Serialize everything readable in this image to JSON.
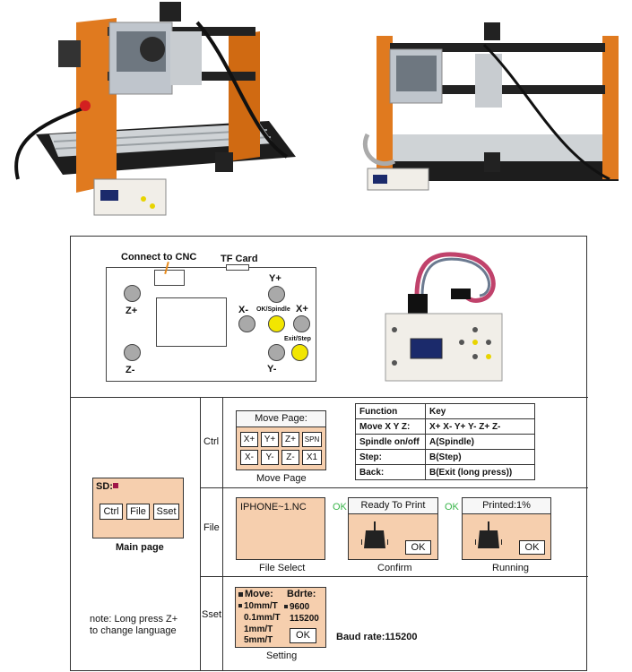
{
  "connector_panel": {
    "connect_label": "Connect to CNC",
    "tf_label": "TF Card",
    "z_plus": "Z+",
    "z_minus": "Z-",
    "y_plus": "Y+",
    "y_minus": "Y-",
    "x_minus": "X-",
    "x_plus": "X+",
    "ok_spindle": "OK/Spindle",
    "exit_step": "Exit/Step"
  },
  "main_page": {
    "sd_label": "SD:",
    "buttons": [
      "Ctrl",
      "File",
      "Sset"
    ],
    "caption": "Main page",
    "note": "note: Long press Z+ to change language"
  },
  "rows": {
    "ctrl": "Ctrl",
    "file": "File",
    "sset": "Sset"
  },
  "ctrl": {
    "header": "Move Page:",
    "keys_row1": [
      "X+",
      "Y+",
      "Z+",
      "SPN"
    ],
    "keys_row2": [
      "X-",
      "Y-",
      "Z-",
      "X1"
    ],
    "caption": "Move Page",
    "table": [
      [
        "Function",
        "Key"
      ],
      [
        "Move X Y Z:",
        "X+  X-  Y+  Y-  Z+  Z-"
      ],
      [
        "Spindle on/off",
        "A(Spindle)"
      ],
      [
        "Step:",
        "B(Step)"
      ],
      [
        "Back:",
        "B(Exit (long press))"
      ]
    ]
  },
  "file": {
    "select_text": "IPHONE~1.NC",
    "select_caption": "File Select",
    "ok1": "OK",
    "confirm_header": "Ready To Print",
    "confirm_ok": "OK",
    "confirm_caption": "Confirm",
    "ok2": "OK",
    "running_header": "Printed:1%",
    "running_ok": "OK",
    "running_caption": "Running"
  },
  "sset": {
    "move_label": "Move:",
    "bdrte_label": "Bdrte:",
    "steps": [
      "10mm/T",
      "0.1mm/T",
      "1mm/T",
      "5mm/T"
    ],
    "bauds": [
      "9600",
      "115200"
    ],
    "ok": "OK",
    "caption": "Setting",
    "baud_note": "Baud rate:115200"
  },
  "colors": {
    "lcd_bg": "#f6cfae",
    "yellow_button": "#f2e600",
    "grey_button": "#a9a9a9",
    "ok_green": "#39b54a",
    "cnc_orange": "#e07a1f"
  }
}
